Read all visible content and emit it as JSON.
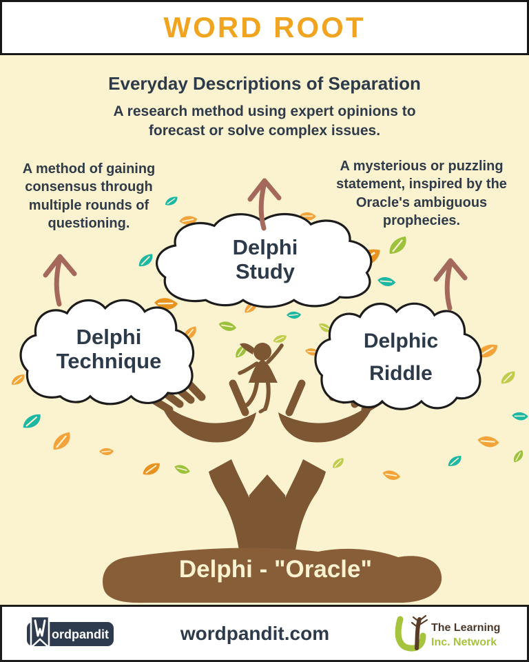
{
  "header": {
    "title": "WORD ROOT"
  },
  "main": {
    "heading": "Everyday Descriptions of Separation",
    "definitions": {
      "center": "A research method using expert opinions to forecast or solve complex issues.",
      "left": "A method of gaining consensus through multiple rounds of questioning.",
      "right": "A mysterious or puzzling statement, inspired by the Oracle's ambiguous prophecies."
    },
    "terms": {
      "center": {
        "line1": "Delphi",
        "line2": "Study"
      },
      "left": {
        "line1": "Delphi",
        "line2": "Technique"
      },
      "right": {
        "line1": "Delphic",
        "line2": "Riddle"
      }
    },
    "root": {
      "label": "Delphi - \"Oracle\""
    }
  },
  "footer": {
    "wordpandit_logo_text": "ordpandit",
    "site": "wordpandit.com",
    "partner": {
      "line1": "The Learning",
      "line2": "Inc. Network"
    }
  },
  "palette": {
    "background_cream": "#FBF2CF",
    "title_orange": "#F0A41F",
    "text_navy": "#2D3A4A",
    "leaf_orange": "#F2A43A",
    "leaf_dark_orange": "#E8921F",
    "leaf_teal": "#1CB8A3",
    "leaf_green": "#9CC23D",
    "leaf_lime": "#BFCC4D",
    "tree_brown": "#7D5633",
    "mound_brown": "#875E38",
    "arrow_brown": "#A4695A",
    "partner_green": "#A5C33C",
    "partner_brown": "#4B382B"
  }
}
